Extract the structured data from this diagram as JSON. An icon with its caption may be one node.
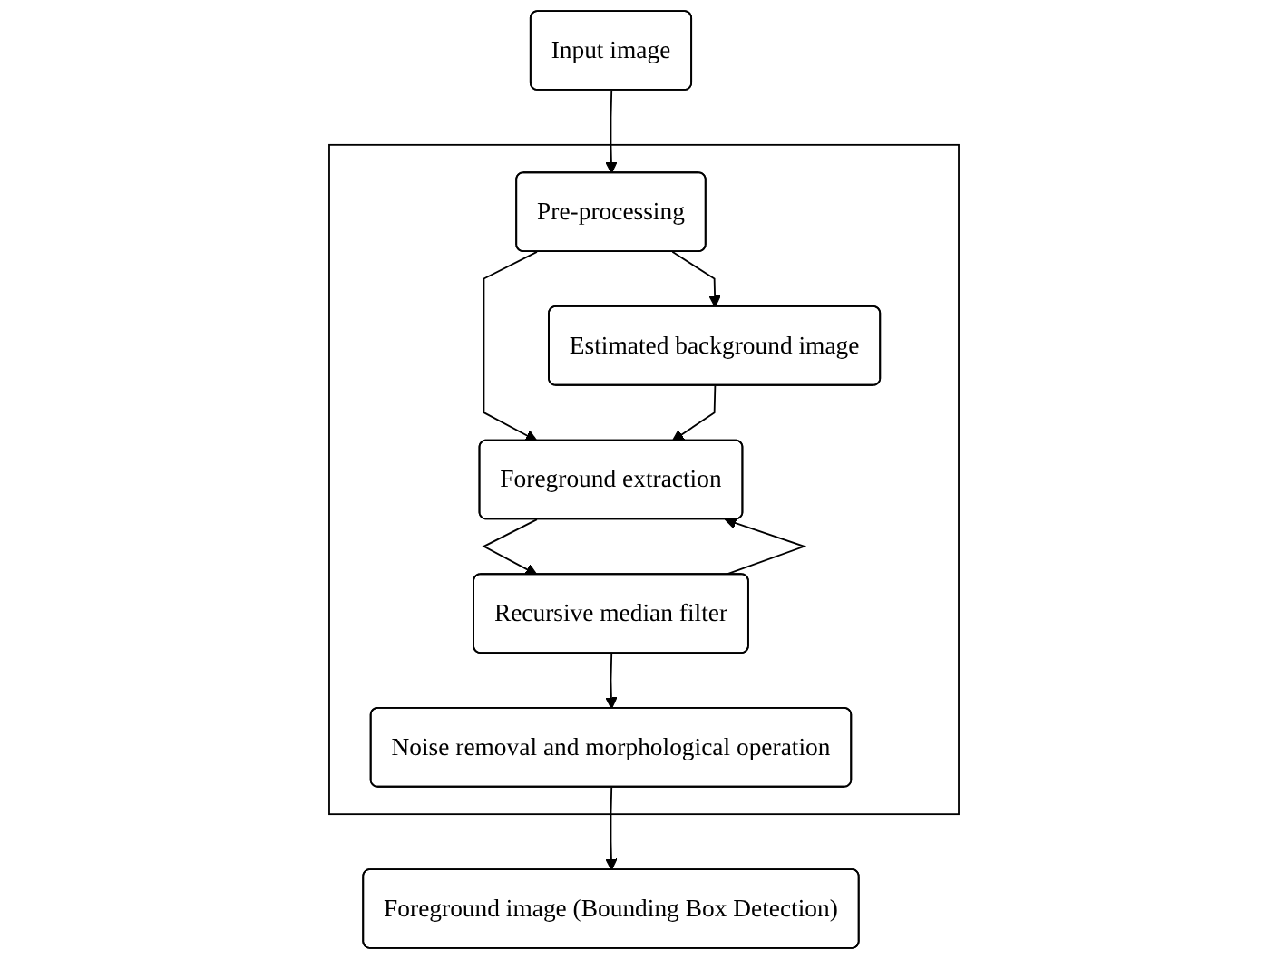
{
  "diagram": {
    "nodes": [
      {
        "text": [
          "Input image"
        ]
      },
      {
        "text": [],
        "shape": "box"
      },
      {
        "text": [
          "Pre-processing"
        ],
        "in": 1
      },
      {
        "text": [
          "Estimated background image"
        ],
        "in": 1
      },
      {
        "text": [
          "Foreground extraction"
        ],
        "in": 1
      },
      {
        "text": [
          "Recursive median filter"
        ],
        "in": 1
      },
      {
        "text": [
          "Noise removal and morphological operation"
        ],
        "in": 1
      },
      {
        "text": [
          "Foreground image (Bounding Box Detection)"
        ]
      }
    ],
    "edges": [
      {
        "from": 0,
        "to": 2,
        "arrow": "to"
      },
      {
        "from": 2,
        "to": 3,
        "arrow": "to"
      },
      {
        "from": 2,
        "to": 4,
        "arrow": "to"
      },
      {
        "from": 3,
        "to": 4,
        "arrow": "to"
      },
      {
        "from": 4,
        "to": 5,
        "arrow": "to"
      },
      {
        "from": 5,
        "to": 4,
        "arrow": "to"
      },
      {
        "from": 5,
        "to": 6,
        "arrow": "to"
      },
      {
        "from": 6,
        "to": 7,
        "arrow": "to"
      }
    ]
  }
}
